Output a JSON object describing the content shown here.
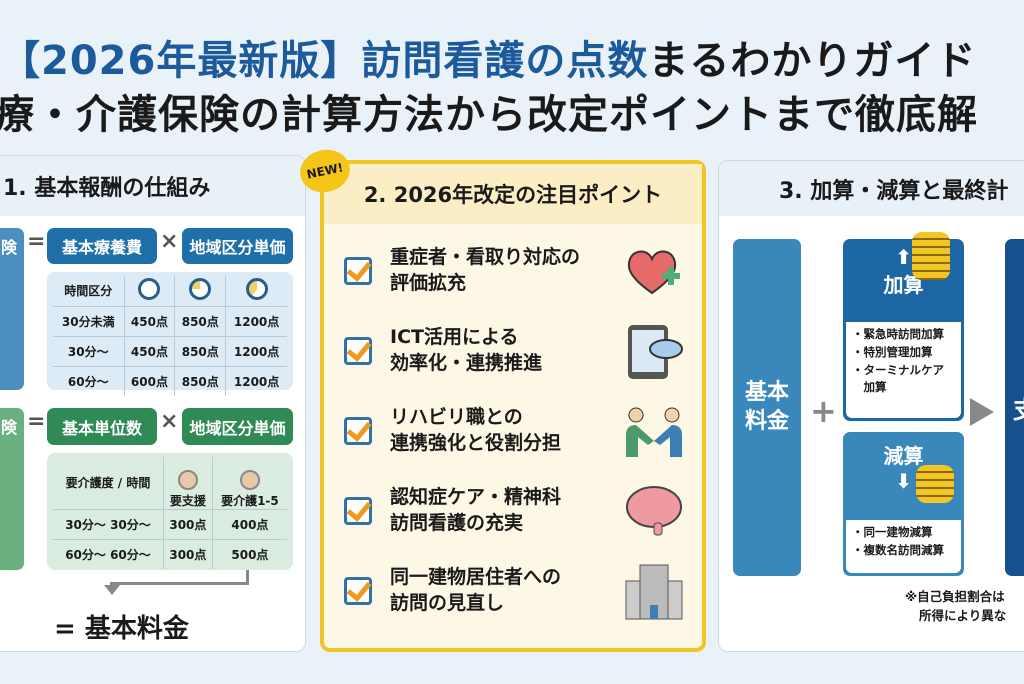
{
  "title": {
    "line1_blue": "【2026年最新版】訪問看護の点数",
    "line1_black": "まるわかりガイド",
    "line2": "療・介護保険の計算方法から改定ポイントまで徹底解"
  },
  "section1": {
    "heading": "1. 基本報酬の仕組み",
    "medical": {
      "left_label": "険",
      "eq": "=",
      "box1": "基本療養費",
      "times": "×",
      "box2": "地域区分単価",
      "table": {
        "header": "時間区分",
        "icons": [
          "clock-icon",
          "clock-icon",
          "clock-icon"
        ],
        "rows": [
          [
            "30分未満",
            "450点",
            "850点",
            "1200点"
          ],
          [
            "30分～",
            "450点",
            "850点",
            "1200点"
          ],
          [
            "60分～",
            "600点",
            "850点",
            "1200点"
          ]
        ]
      }
    },
    "care": {
      "left_label": "険",
      "eq": "=",
      "box1": "基本単位数",
      "times": "×",
      "box2": "地域区分単価",
      "table": {
        "header": "要介護度 / 時間",
        "columns": [
          "要支援",
          "要介護1-5"
        ],
        "rows": [
          [
            "30分～ 30分～",
            "300点",
            "400点"
          ],
          [
            "60分～ 60分～",
            "300点",
            "500点"
          ]
        ]
      }
    },
    "result": "= 基本料金"
  },
  "section2": {
    "badge": "NEW!",
    "heading": "2. 2026年改定の注目ポイント",
    "items": [
      {
        "line1": "重症者・看取り対応の",
        "line2": "評価拡充",
        "icon": "heart-plus-icon"
      },
      {
        "line1": "ICT活用による",
        "line2": "効率化・連携推進",
        "icon": "tablet-cloud-icon"
      },
      {
        "line1": "リハビリ職との",
        "line2": "連携強化と役割分担",
        "icon": "handshake-icon"
      },
      {
        "line1": "認知症ケア・精神科",
        "line2": "訪問看護の充実",
        "icon": "brain-icon"
      },
      {
        "line1": "同一建物居住者への",
        "line2": "訪問の見直し",
        "icon": "building-icon"
      }
    ]
  },
  "section3": {
    "heading": "3. 加算・減算と最終計",
    "base": "基本料金",
    "plus": "+",
    "add": {
      "title": "加算",
      "items": [
        "・緊急時訪問加算",
        "・特別管理加算",
        "・ターミナルケア",
        "　加算"
      ]
    },
    "sub": {
      "title": "減算",
      "items": [
        "・同一建物減算",
        "・複数名訪問減算"
      ]
    },
    "final": "支",
    "note1": "※自己負担割合は",
    "note2": "所得により異な"
  },
  "colors": {
    "blue": "#1d5a9c",
    "medical": "#1f6fa8",
    "care": "#2f8a55",
    "accent": "#f2c526",
    "check": "#ef9a1d"
  }
}
